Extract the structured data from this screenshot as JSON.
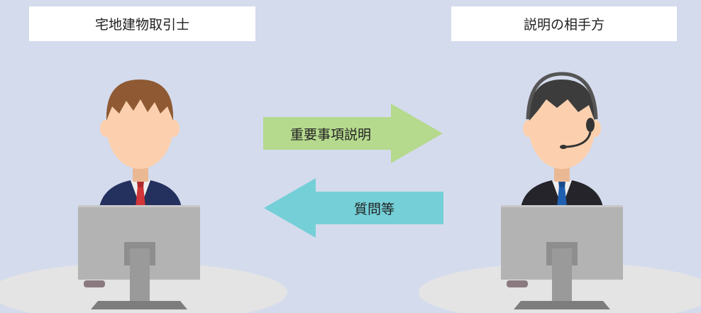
{
  "left_party": {
    "label": "宅地建物取引士"
  },
  "right_party": {
    "label": "説明の相手方"
  },
  "arrows": {
    "to_right": {
      "label": "重要事項説明",
      "color": "#b5d98d"
    },
    "to_left": {
      "label": "質問等",
      "color": "#74cfd7"
    }
  },
  "colors": {
    "background": "#d4dbed",
    "monitor": "#b3b3b3",
    "suit": "#24305e",
    "left_tie": "#d13639",
    "right_tie": "#1f5fb0",
    "left_hair": "#8f5a33",
    "right_hair": "#3c3c3c",
    "skin": "#fcd0ae"
  }
}
